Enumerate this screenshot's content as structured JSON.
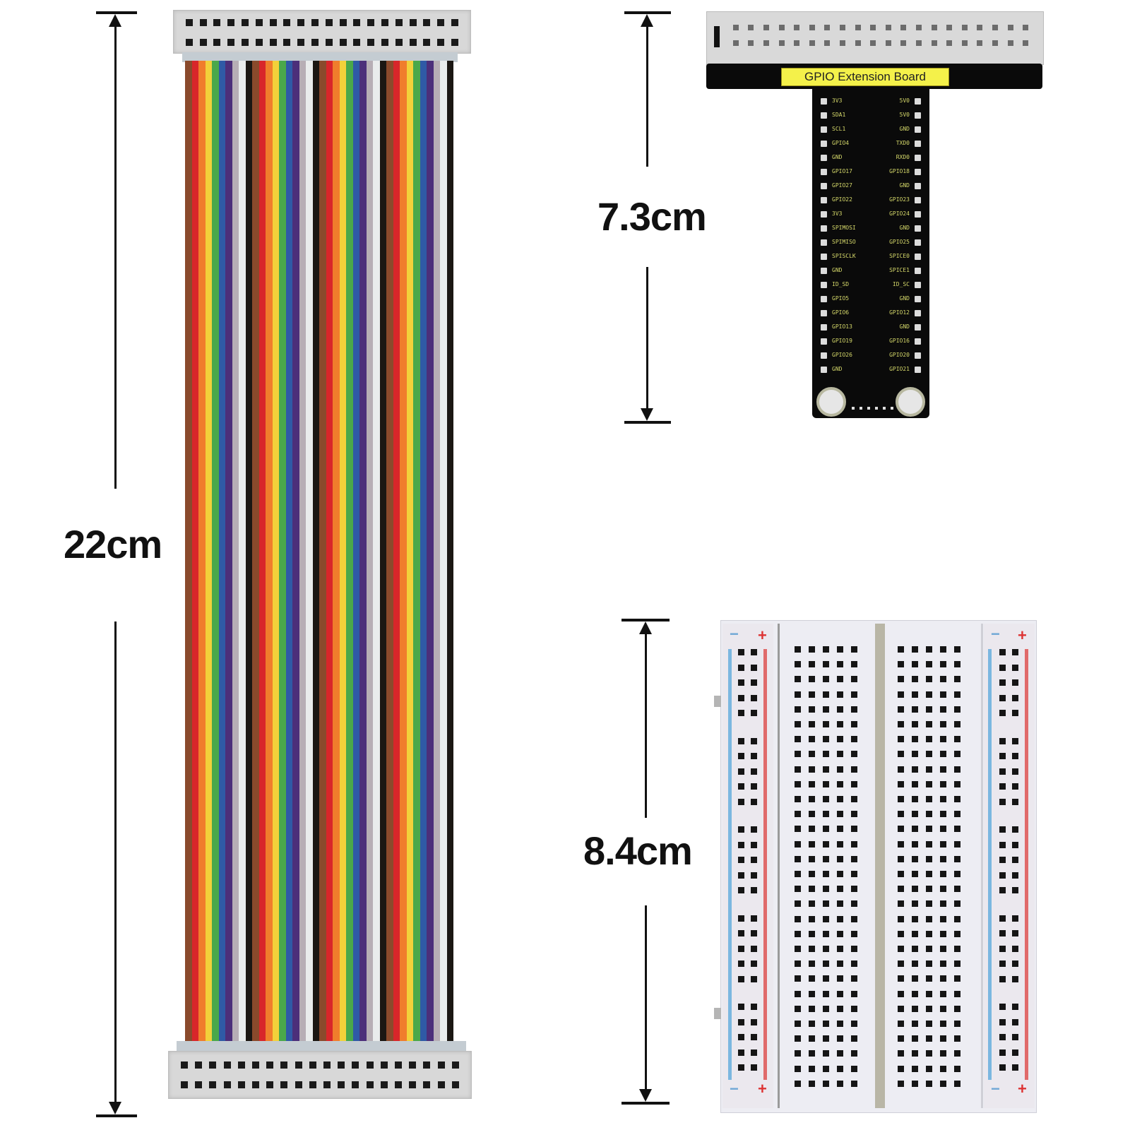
{
  "image": {
    "description": "Product dimension diagram: 40-pin GPIO rainbow ribbon cable, T-type GPIO extension board, and 400-point solderless breadboard"
  },
  "dimensions": {
    "ribbon_cable": {
      "label": "22cm",
      "value": 22,
      "unit": "cm"
    },
    "gpio_board": {
      "label": "7.3cm",
      "value": 7.3,
      "unit": "cm"
    },
    "breadboard": {
      "label": "8.4cm",
      "value": 8.4,
      "unit": "cm"
    }
  },
  "ribbon_cable": {
    "wire_count": 40,
    "connector_pins": 40,
    "wire_colors": [
      "#8a4a2c",
      "#d8262a",
      "#f07d2c",
      "#f2d13a",
      "#4aa84a",
      "#2f5aa6",
      "#4c2f7a",
      "#b7aeb5",
      "#e9ecec",
      "#1b1713"
    ]
  },
  "gpio_board": {
    "title": "GPIO Extension Board",
    "title_bg": "#f4f14a",
    "left_pins": [
      "3V3",
      "SDA1",
      "SCL1",
      "GPIO4",
      "GND",
      "GPIO17",
      "GPIO27",
      "GPIO22",
      "3V3",
      "SPIMOSI",
      "SPIMISO",
      "SPISCLK",
      "GND",
      "ID_SD",
      "GPIO5",
      "GPIO6",
      "GPIO13",
      "GPIO19",
      "GPIO26",
      "GND"
    ],
    "right_pins": [
      "5V0",
      "5V0",
      "GND",
      "TXD0",
      "RXD0",
      "GPIO18",
      "GND",
      "GPIO23",
      "GPIO24",
      "GND",
      "GPIO25",
      "SPICE0",
      "SPICE1",
      "ID_SC",
      "GND",
      "GPIO12",
      "GND",
      "GPIO16",
      "GPIO20",
      "GPIO21"
    ]
  },
  "breadboard": {
    "rail_minus": "−",
    "rail_plus": "+",
    "rail_blue": "#7bb7e0",
    "rail_red": "#e06a6a",
    "rows": 30,
    "columns_per_side": 5
  }
}
